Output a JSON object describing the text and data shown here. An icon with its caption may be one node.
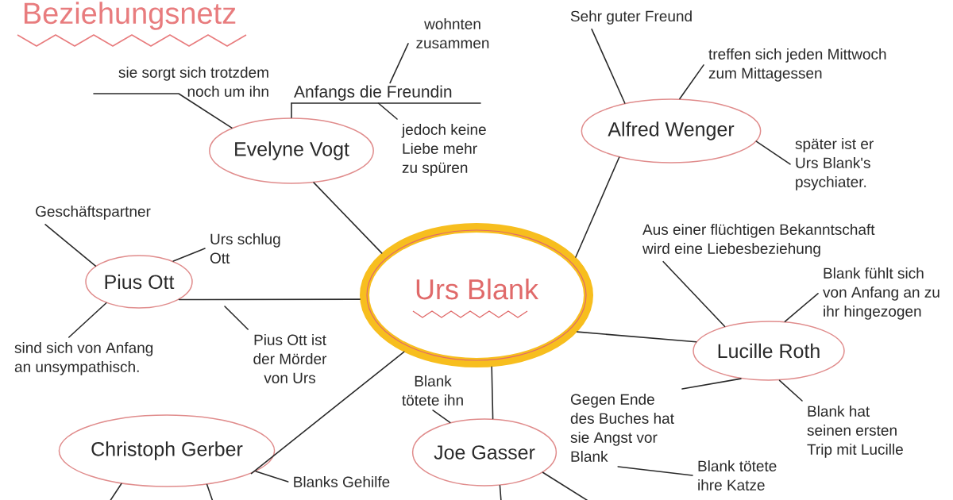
{
  "diagram": {
    "title": "Beziehungsnetz",
    "nodes": [
      {
        "text": [
          "Urs Blank"
        ]
      },
      {
        "text": [
          "Evelyne Vogt"
        ]
      },
      {
        "text": [
          "Alfred Wenger"
        ]
      },
      {
        "text": [
          "Pius Ott"
        ]
      },
      {
        "text": [
          "Lucille Roth"
        ]
      },
      {
        "text": [
          "Christoph Gerber"
        ]
      },
      {
        "text": [
          "Joe Gasser"
        ]
      },
      {
        "text": [
          "sie sorgt sich trotzdem noch um ihn"
        ]
      },
      {
        "text": [
          "Anfangs die Freundin"
        ]
      },
      {
        "text": [
          "wohnten zusammen"
        ]
      },
      {
        "text": [
          "jedoch keine Liebe mehr zu spüren"
        ]
      },
      {
        "text": [
          "Sehr guter Freund"
        ]
      },
      {
        "text": [
          "treffen sich jeden Mittwoch zum Mittagessen"
        ]
      },
      {
        "text": [
          "später ist er Urs Blank's psychiater."
        ]
      },
      {
        "text": [
          "Geschäftspartner"
        ]
      },
      {
        "text": [
          "Urs schlug Ott"
        ]
      },
      {
        "text": [
          "sind sich von Anfang an unsympathisch."
        ]
      },
      {
        "text": [
          "Pius Ott ist der Mörder von Urs"
        ]
      },
      {
        "text": [
          "Aus einer flüchtigen Bekanntschaft wird eine Liebesbeziehung"
        ]
      },
      {
        "text": [
          "Blank fühlt sich von Anfang an zu ihr hingezogen"
        ]
      },
      {
        "text": [
          "Gegen Ende des Buches hat sie Angst vor Blank"
        ]
      },
      {
        "text": [
          "Blank tötete ihre Katze"
        ]
      },
      {
        "text": [
          "Blank hat seinen ersten Trip mit Lucille"
        ]
      },
      {
        "text": [
          "Blank tötete ihn"
        ]
      },
      {
        "text": [
          "Blanks Gehilfe"
        ]
      }
    ],
    "edges": [
      {
        "from": 0,
        "to": 1,
        "arrow": "none"
      },
      {
        "from": 0,
        "to": 2,
        "arrow": "none"
      },
      {
        "from": 0,
        "to": 3,
        "arrow": "none"
      },
      {
        "from": 0,
        "to": 4,
        "arrow": "none"
      },
      {
        "from": 0,
        "to": 5,
        "arrow": "none"
      },
      {
        "from": 0,
        "to": 6,
        "arrow": "none"
      },
      {
        "from": 1,
        "to": 7,
        "arrow": "none"
      },
      {
        "from": 1,
        "to": 8,
        "arrow": "none"
      },
      {
        "from": 8,
        "to": 9,
        "arrow": "none"
      },
      {
        "from": 8,
        "to": 10,
        "arrow": "none"
      },
      {
        "from": 2,
        "to": 11,
        "arrow": "none"
      },
      {
        "from": 2,
        "to": 12,
        "arrow": "none"
      },
      {
        "from": 2,
        "to": 13,
        "arrow": "none"
      },
      {
        "from": 3,
        "to": 14,
        "arrow": "none"
      },
      {
        "from": 3,
        "to": 15,
        "arrow": "none"
      },
      {
        "from": 3,
        "to": 16,
        "arrow": "none"
      },
      {
        "from": 17,
        "to": null,
        "arrow": "none"
      },
      {
        "from": 4,
        "to": 18,
        "arrow": "none"
      },
      {
        "from": 4,
        "to": 19,
        "arrow": "none"
      },
      {
        "from": 4,
        "to": 20,
        "arrow": "none"
      },
      {
        "from": 20,
        "to": 21,
        "arrow": "none"
      },
      {
        "from": 4,
        "to": 22,
        "arrow": "none"
      },
      {
        "from": 6,
        "to": 23,
        "arrow": "none"
      },
      {
        "from": 5,
        "to": 24,
        "arrow": "none"
      },
      {
        "from": 5,
        "to": null,
        "arrow": "none"
      },
      {
        "from": 5,
        "to": null,
        "arrow": "none"
      },
      {
        "from": 6,
        "to": null,
        "arrow": "none"
      },
      {
        "from": 6,
        "to": null,
        "arrow": "none"
      }
    ]
  }
}
